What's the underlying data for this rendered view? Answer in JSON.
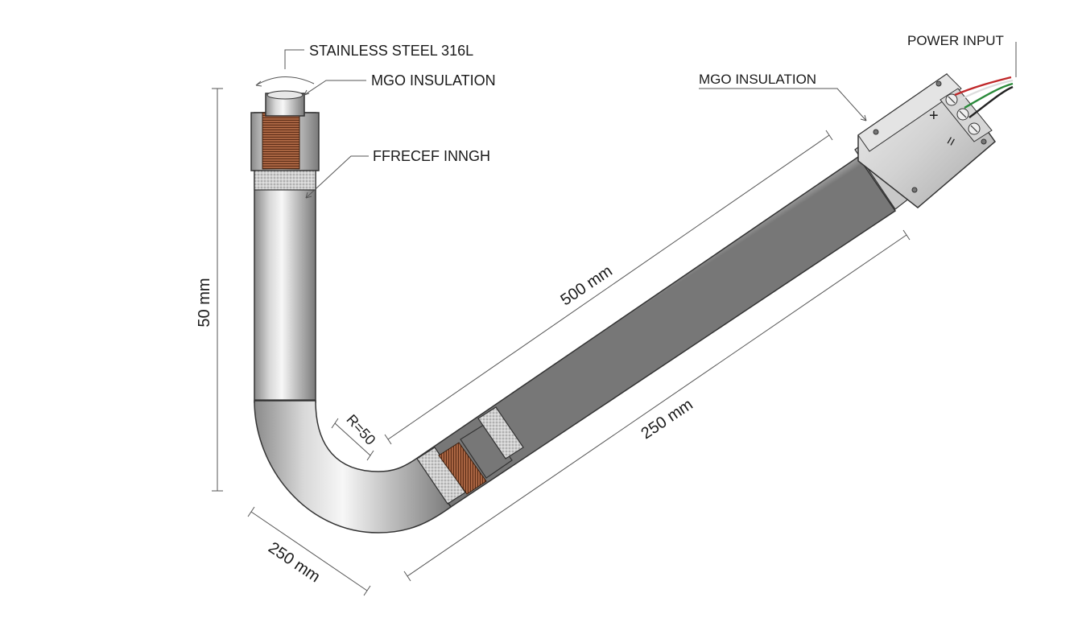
{
  "labels": {
    "stainless": "STAINLESS STEEL 316L",
    "mgo_left": "MGO INSULATION",
    "fferecef": "FFRECEF INNGH",
    "mgo_right": "MGO INSULATION",
    "power_input": "POWER INPUT",
    "plus_sign": "+",
    "minus_sign": "="
  },
  "dimensions": {
    "vertical": "50 mm",
    "diagonal_top": "500 mm",
    "diagonal_bottom": "250 mm",
    "bottom_left": "250 mm",
    "radius": "R=50"
  },
  "colors": {
    "steel_light": "#f4f4f4",
    "steel_mid": "#c4c4c4",
    "steel_dark": "#8a8a8a",
    "copper": "#9a5a3a",
    "wire_red": "#c0282a",
    "wire_green": "#2a8a3a",
    "wire_black": "#222222",
    "wire_white": "#dddddd"
  }
}
